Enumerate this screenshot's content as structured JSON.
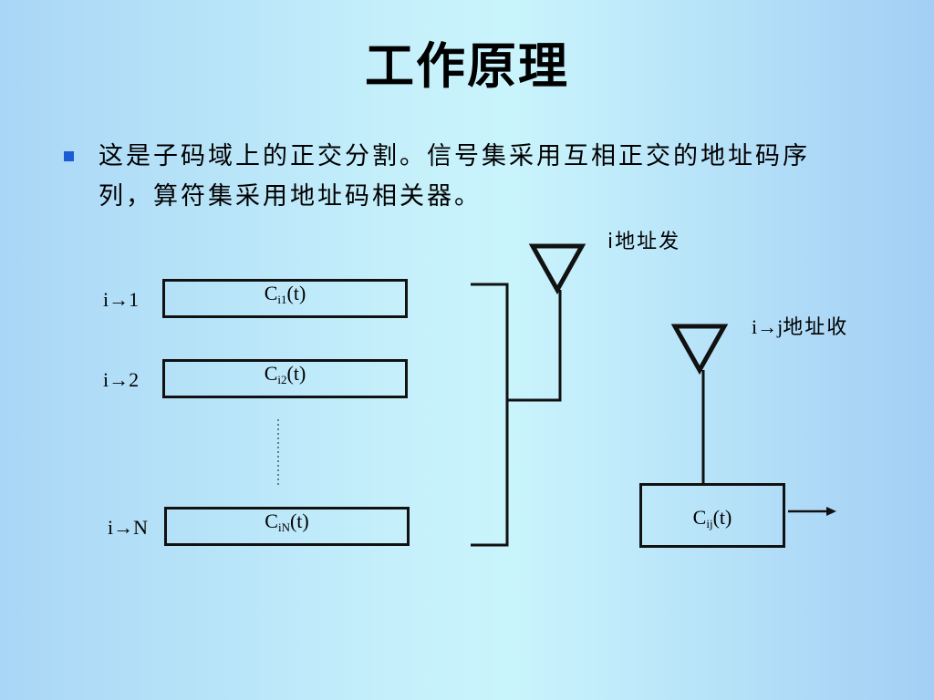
{
  "title": "工作原理",
  "bullet": "这是子码域上的正交分割。信号集采用互相正交的地址码序列，算符集采用地址码相关器。",
  "diagram": {
    "rows": [
      {
        "label": "i→1",
        "code_base": "C",
        "code_sub": "i1",
        "code_suffix": "(t)"
      },
      {
        "label": "i→2",
        "code_base": "C",
        "code_sub": "i2",
        "code_suffix": "(t)"
      },
      {
        "label": "i→N",
        "code_base": "C",
        "code_sub": "iN",
        "code_suffix": "(t)"
      }
    ],
    "tx_label": "i地址发",
    "rx_label_prefix": "i→j",
    "rx_label_cjk": "地址收",
    "correlator": {
      "code_base": "C",
      "code_sub": "ij",
      "code_suffix": "(t)"
    }
  }
}
